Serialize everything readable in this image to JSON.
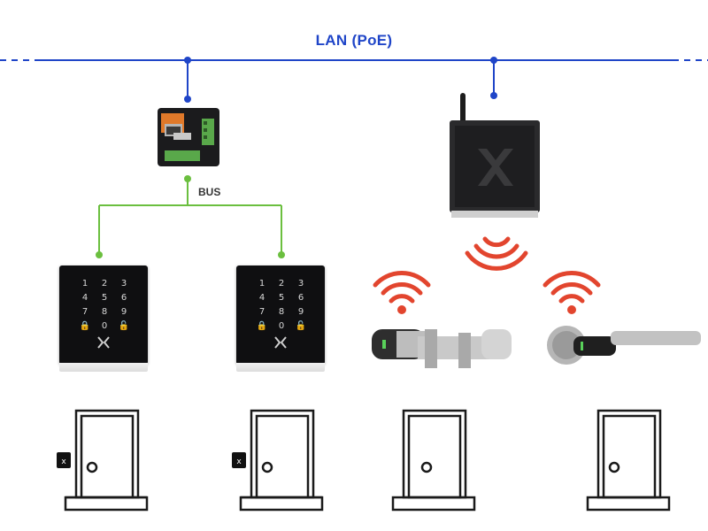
{
  "network": {
    "title": "LAN (PoE)",
    "bus_label": "BUS"
  },
  "keypads": [
    {
      "keys": [
        "1",
        "2",
        "3",
        "4",
        "5",
        "6",
        "7",
        "8",
        "9",
        "🔒",
        "0",
        "🔓"
      ]
    },
    {
      "keys": [
        "1",
        "2",
        "3",
        "4",
        "5",
        "6",
        "7",
        "8",
        "9",
        "🔒",
        "0",
        "🔓"
      ]
    }
  ],
  "colors": {
    "lan_line": "#1f45c8",
    "bus_line": "#6bbf3f",
    "wireless": "#e2452e"
  },
  "icons": {
    "gateway": "wireless-gateway-icon",
    "controller": "bus-controller-icon",
    "wifi": "wireless-signal-icon",
    "door": "door-icon"
  }
}
